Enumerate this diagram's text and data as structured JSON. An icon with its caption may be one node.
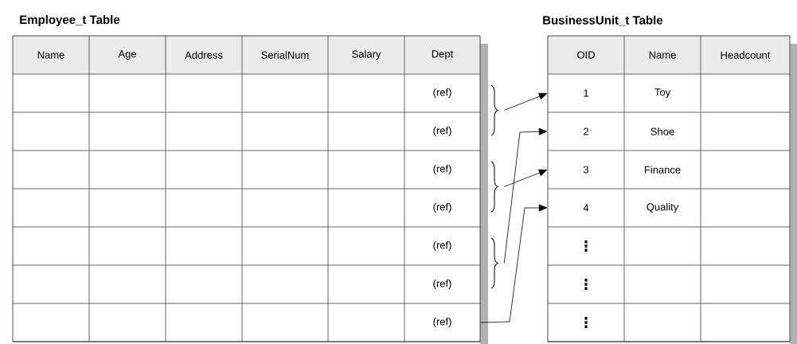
{
  "diagram": {
    "nodes": [
      {
        "text": [
          "Employee_t Table"
        ]
      },
      {
        "text": [
          "(ref)"
        ],
        "in": 0
      },
      {
        "text": [
          "(ref)"
        ],
        "in": 0
      },
      {
        "text": [
          "(ref)"
        ],
        "in": 0
      },
      {
        "text": [
          "(ref)"
        ],
        "in": 0
      },
      {
        "text": [
          "(ref)"
        ],
        "in": 0
      },
      {
        "text": [
          "(ref)"
        ],
        "in": 0
      },
      {
        "text": [
          "(ref)"
        ],
        "in": 0
      },
      {
        "text": [
          "BusinessUnit_t Table"
        ]
      },
      {
        "text": [
          "1"
        ],
        "in": 8
      },
      {
        "text": [
          "2"
        ],
        "in": 8
      },
      {
        "text": [
          "3"
        ],
        "in": 8
      },
      {
        "text": [
          "4"
        ],
        "in": 8
      },
      {
        "text": [],
        "shape": "brace"
      },
      {
        "text": [],
        "shape": "brace"
      },
      {
        "text": [],
        "shape": "brace"
      }
    ],
    "edges": [
      {
        "from": 13,
        "to": 9,
        "arrow": "to"
      },
      {
        "from": 14,
        "to": 11,
        "arrow": "to"
      },
      {
        "from": 15,
        "to": 10,
        "arrow": "to"
      },
      {
        "from": 7,
        "to": 12,
        "arrow": "to"
      }
    ],
    "labels": [
      "Name",
      "Age",
      "Address",
      "SerialNum",
      "Salary",
      "Dept",
      "OID",
      "Name",
      "Headcount",
      "Toy",
      "Shoe",
      "Finance",
      "Quality",
      "⋮",
      "⋮",
      "⋮"
    ]
  }
}
